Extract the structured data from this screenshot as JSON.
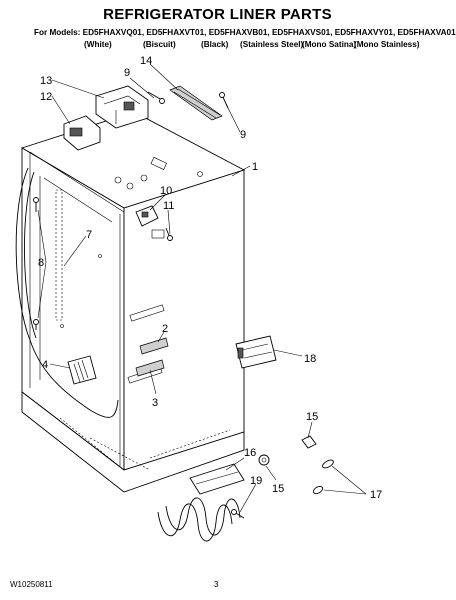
{
  "title": "REFRIGERATOR LINER PARTS",
  "models_line": "For Models: ED5FHAXVQ01, ED5FHAXVT01, ED5FHAXVB01, ED5FHAXVS01, ED5FHAXVY01, ED5FHAXVA01",
  "variants": [
    "(White)",
    "(Biscuit)",
    "(Black)",
    "(Stainless Steel)",
    "(Mono Satina)",
    "(Mono Stainless)"
  ],
  "callouts": {
    "c1": "1",
    "c2": "2",
    "c3": "3",
    "c4": "4",
    "c7": "7",
    "c8": "8",
    "c9a": "9",
    "c9b": "9",
    "c10": "10",
    "c11": "11",
    "c12": "12",
    "c13": "13",
    "c14": "14",
    "c15a": "15",
    "c15b": "15",
    "c16": "16",
    "c17": "17",
    "c18": "18",
    "c19": "19"
  },
  "footer": {
    "doc_number": "W10250811",
    "page_number": "3"
  }
}
